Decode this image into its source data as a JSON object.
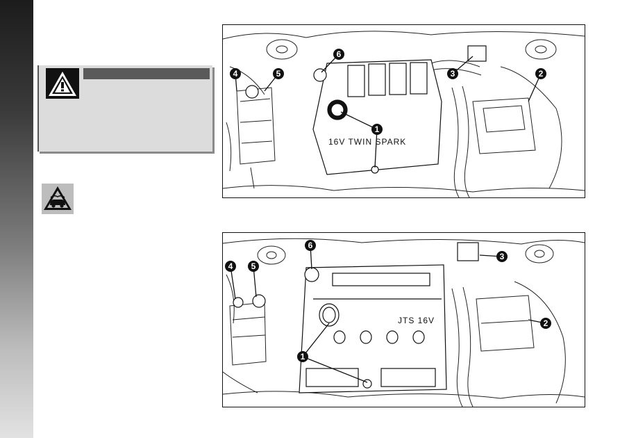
{
  "warning_box": {
    "icon": "warning-triangle-icon"
  },
  "environment_icon": {
    "icon": "car-environment-icon"
  },
  "figure1": {
    "engine_label": "16V   TWIN SPARK",
    "callouts": [
      "1",
      "2",
      "3",
      "4",
      "5",
      "6"
    ]
  },
  "figure2": {
    "engine_label": "JTS 16V",
    "callouts": [
      "1",
      "2",
      "3",
      "4",
      "5",
      "6"
    ]
  }
}
